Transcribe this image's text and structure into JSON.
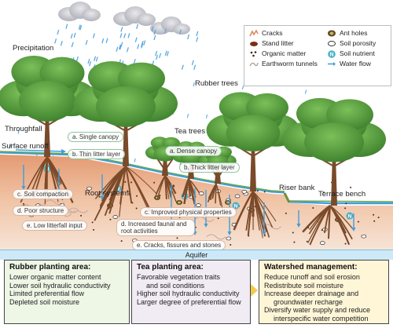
{
  "labels": {
    "precipitation": "Precipitation",
    "throughfall": "Throughfall",
    "surface_runoff": "Surface runoff",
    "rubber_trees": "Rubber trees",
    "tea_trees": "Tea trees",
    "root_systems": "Root systems",
    "riser_bank": "Riser bank",
    "terrace_bench": "Terrace bench",
    "aquifer": "Aquifer"
  },
  "annotations": {
    "a_rubber": "a. Single canopy",
    "b_rubber": "b. Thin litter layer",
    "a_tea": "a. Dense canopy",
    "b_tea": "b. Thick litter layer",
    "c_left": "c. Soil compaction",
    "d_left": "d. Poor structure",
    "e_left": "e. Low litterfall input",
    "c_right": "c. Improved physical properties",
    "d_right": "d. Increased faunal and root activities",
    "e_right": "e. Cracks, fissures and stones"
  },
  "legend": [
    {
      "icon": "cracks-icon",
      "label": "Cracks"
    },
    {
      "icon": "ant-holes-icon",
      "label": "Ant holes"
    },
    {
      "icon": "stand-litter-icon",
      "label": "Stand litter"
    },
    {
      "icon": "soil-porosity-icon",
      "label": "Soil porosity"
    },
    {
      "icon": "organic-matter-icon",
      "label": "Organic matter"
    },
    {
      "icon": "soil-nutrient-icon",
      "label": "Soil nutrient",
      "symbol": "N"
    },
    {
      "icon": "earthworm-tunnels-icon",
      "label": "Earthworm tunnels"
    },
    {
      "icon": "water-flow-icon",
      "label": "Water flow"
    }
  ],
  "panels": {
    "rubber": {
      "title": "Rubber planting area:",
      "items": [
        "Lower organic matter content",
        "Lower soil hydraulic conductivity",
        "Limited preferential flow",
        "Depleted soil moisture"
      ]
    },
    "tea": {
      "title": "Tea planting area:",
      "items": [
        "Favorable vegetation traits",
        "and soil conditions",
        "Higher soil hydraulic conductivity",
        "Larger degree of preferential flow"
      ]
    },
    "watershed": {
      "title": "Watershed management:",
      "items": [
        "Reduce runoff and soil erosion",
        "Redistribute soil moisture",
        "Increase deeper drainage and",
        "groundwater recharge",
        "Diversify water supply and reduce",
        "interspecific water competition"
      ]
    }
  },
  "colors": {
    "soil_top": "#e9a57f",
    "soil_bottom": "#f4d9c6",
    "canopy": "#4f9a3a",
    "trunk": "#7a4a2a",
    "water": "#3f9ddb",
    "rubber_panel": "#eef6e6",
    "tea_panel": "#f1ebf4",
    "watershed_panel": "#fff6d8"
  }
}
